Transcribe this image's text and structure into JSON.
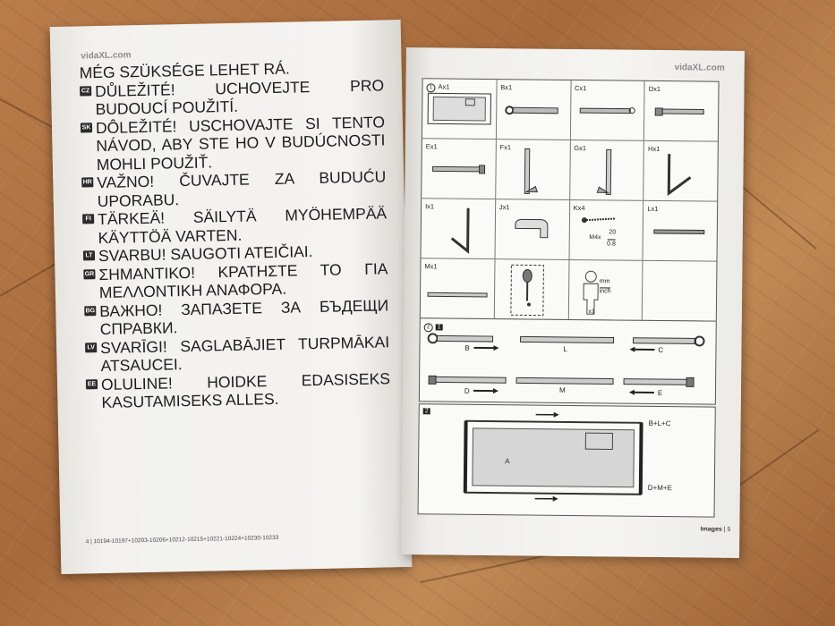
{
  "left_page": {
    "logo": "vidaXL.com",
    "lines": [
      {
        "code": "",
        "text": "MÉG SZÜKSÉGE LEHET RÁ."
      },
      {
        "code": "CZ",
        "text": "DŮLEŽITÉ! UCHOVEJTE PRO BUDOUCÍ POUŽITÍ."
      },
      {
        "code": "SK",
        "text": "DÔLEŽITÉ! USCHOVAJTE SI TENTO NÁVOD, ABY STE HO V BUDÚCNOSTI MOHLI POUŽIŤ."
      },
      {
        "code": "HR",
        "text": "VAŽNO! ČUVAJTE ZA BUDUĆU UPORABU."
      },
      {
        "code": "FI",
        "text": "TÄRKEÄ! SÄILYTÄ MYÖHEMPÄÄ KÄYTTÖÄ VARTEN."
      },
      {
        "code": "LT",
        "text": "SVARBU! SAUGOTI ATEIČIAI."
      },
      {
        "code": "GR",
        "text": "ΣΗΜΑΝΤΙΚΟ! ΚΡΑΤΗΣΤΕ ΤΟ ΓΙΑ ΜΕΛΛΟΝΤΙΚΗ ΑΝΑΦΟΡΑ."
      },
      {
        "code": "BG",
        "text": "ВАЖНО! ЗАПАЗЕТЕ ЗА БЪДЕЩИ СПРАВКИ."
      },
      {
        "code": "LV",
        "text": "SVARĪGI! SAGLABĀJIET TURPMĀKAI ATSAUCEI."
      },
      {
        "code": "EE",
        "text": "OLULINE! HOIDKE EDASISEKS KASUTAMISEKS ALLES."
      }
    ],
    "footer": "4 |   10194-10197+10203-10206+10212-10215+10221-10224+10230-10233"
  },
  "right_page": {
    "logo": "vidaXL.com",
    "section1_num": "1",
    "parts": [
      [
        "Ax1",
        "Bx1",
        "Cx1",
        "Dx1"
      ],
      [
        "Ex1",
        "Fx1",
        "Gx1",
        "Hx1"
      ],
      [
        "Ix1",
        "Jx1",
        "Kx4",
        "Lx1"
      ],
      [
        "Mx1",
        "",
        "",
        ""
      ]
    ],
    "screw_spec": "M4x",
    "screw_frac_top": "20",
    "screw_frac_bottom": "0.8",
    "unit_top": "mm",
    "unit_bottom": "inch",
    "person_count": "x1",
    "section2_num": "2",
    "section2_step": "1",
    "step1_labels": {
      "b": "B",
      "l": "L",
      "c": "C",
      "d": "D",
      "m": "M",
      "e": "E"
    },
    "section3_step": "2",
    "step2_labels": {
      "a": "A",
      "top": "B+L+C",
      "bottom": "D+M+E"
    },
    "footer_label": "Images",
    "footer_page": "| 5"
  }
}
